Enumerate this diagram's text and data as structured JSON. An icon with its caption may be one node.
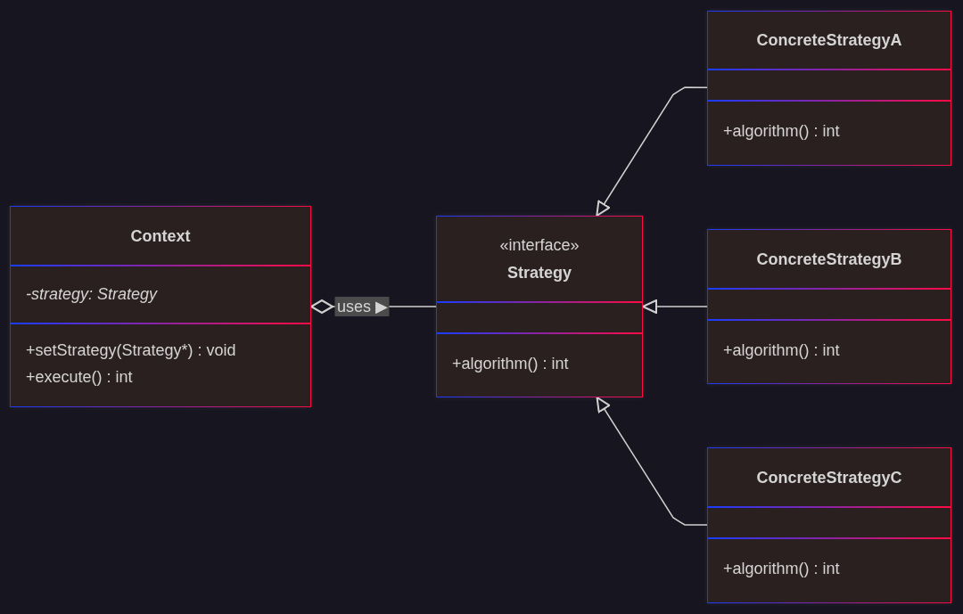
{
  "diagram": {
    "nodes": [
      {
        "text": [
          "Context",
          "-strategy: Strategy",
          "+setStrategy(Strategy*) : void",
          "+execute() : int"
        ]
      },
      {
        "text": [
          "«interface»",
          "Strategy",
          "+algorithm() : int"
        ]
      },
      {
        "text": [
          "ConcreteStrategyA",
          "+algorithm() : int"
        ]
      },
      {
        "text": [
          "ConcreteStrategyB",
          "+algorithm() : int"
        ]
      },
      {
        "text": [
          "ConcreteStrategyC",
          "+algorithm() : int"
        ]
      }
    ],
    "edges": [
      {
        "from": 0,
        "to": 1,
        "arrow": "other",
        "label": "uses ▶"
      },
      {
        "from": 2,
        "to": 1,
        "arrow": "to"
      },
      {
        "from": 3,
        "to": 1,
        "arrow": "to"
      },
      {
        "from": 4,
        "to": 1,
        "arrow": "to"
      }
    ]
  }
}
